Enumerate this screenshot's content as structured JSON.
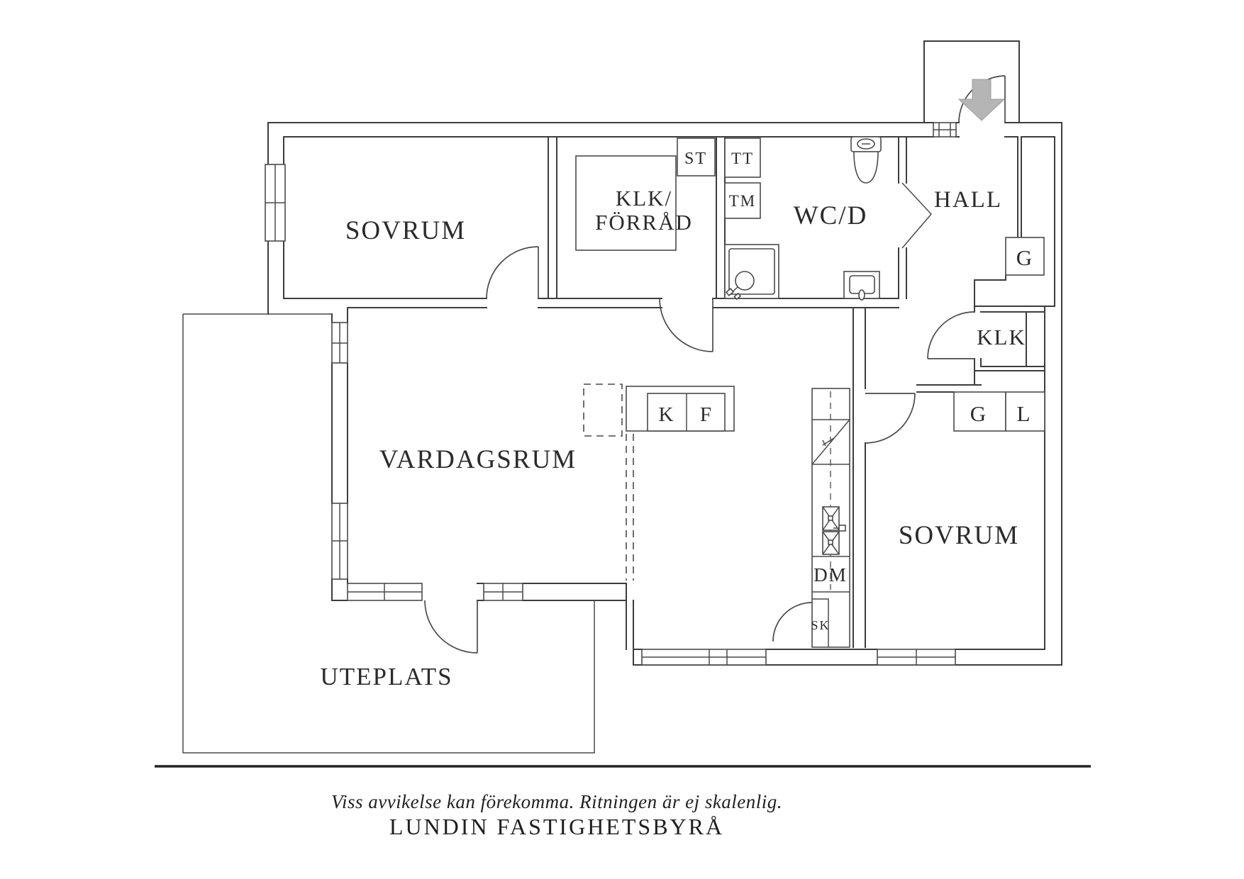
{
  "plan": {
    "rooms": {
      "sovrum_tl": "SOVRUM",
      "klk_forrad_1": "KLK/",
      "klk_forrad_2": "FÖRRÅD",
      "wcd": "WC/D",
      "hall": "HALL",
      "klk_right": "KLK",
      "vardagsrum": "VARDAGSRUM",
      "sovrum_right": "SOVRUM",
      "uteplats": "UTEPLATS"
    },
    "fixtures": {
      "st": "ST",
      "tt": "TT",
      "tm": "TM",
      "g_hall": "G",
      "g": "G",
      "l": "L",
      "k": "K",
      "f": "F",
      "dm": "DM",
      "sk": "SK"
    },
    "colors": {
      "line": "#3d3d3d",
      "arrow_fill": "#b5b5b5",
      "text": "#2b2b2b"
    }
  },
  "footer": {
    "disclaimer": "Viss avvikelse kan förekomma. Ritningen är ej skalenlig.",
    "brand": "LUNDIN FASTIGHETSBYRÅ"
  }
}
